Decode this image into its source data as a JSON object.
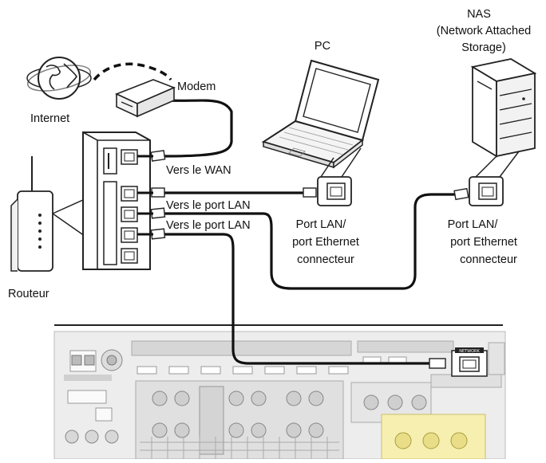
{
  "labels": {
    "nas": [
      "NAS",
      "(Network Attached",
      "Storage)"
    ],
    "pc": "PC",
    "modem": "Modem",
    "internet": "Internet",
    "router": "Routeur",
    "to_wan": "Vers le WAN",
    "to_lan_1": "Vers le port LAN",
    "to_lan_2": "Vers le port LAN",
    "pc_port": [
      "Port LAN/",
      "port Ethernet",
      "connecteur"
    ],
    "nas_port": [
      "Port LAN/",
      "port Ethernet",
      "connecteur"
    ],
    "network_jack": "NETWORK"
  },
  "colors": {
    "cable": "#111111",
    "outline": "#222222",
    "panel_fill": "#e8e8e8",
    "panel_highlight": "#f6efb0"
  }
}
